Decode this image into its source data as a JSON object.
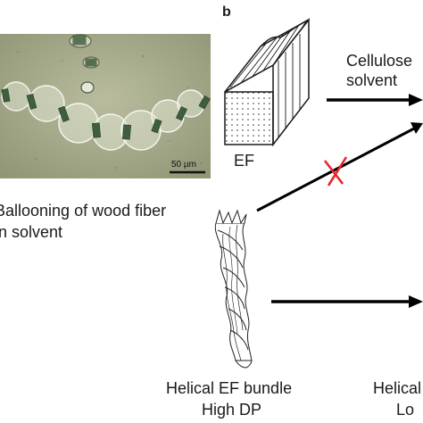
{
  "panel_b_label": "b",
  "micrograph": {
    "scale_bar_label": "50 µm",
    "caption_line1": "Ballooning of wood fiber",
    "caption_line2": "in solvent"
  },
  "ef_block": {
    "label": "EF"
  },
  "arrow_top": {
    "label_line1": "Cellulose",
    "label_line2": "solvent"
  },
  "blocked_arrow": {
    "marker": "cross",
    "marker_color": "#e8262b"
  },
  "helical_bundle": {
    "label_line1": "Helical EF bundle",
    "label_line2": "High DP"
  },
  "right_cut_label": {
    "line1": "Helical",
    "line2": "Lo"
  },
  "colors": {
    "ink": "#1a1a1a",
    "cross": "#e8262b",
    "micro_bg": "#a8ad8c"
  }
}
